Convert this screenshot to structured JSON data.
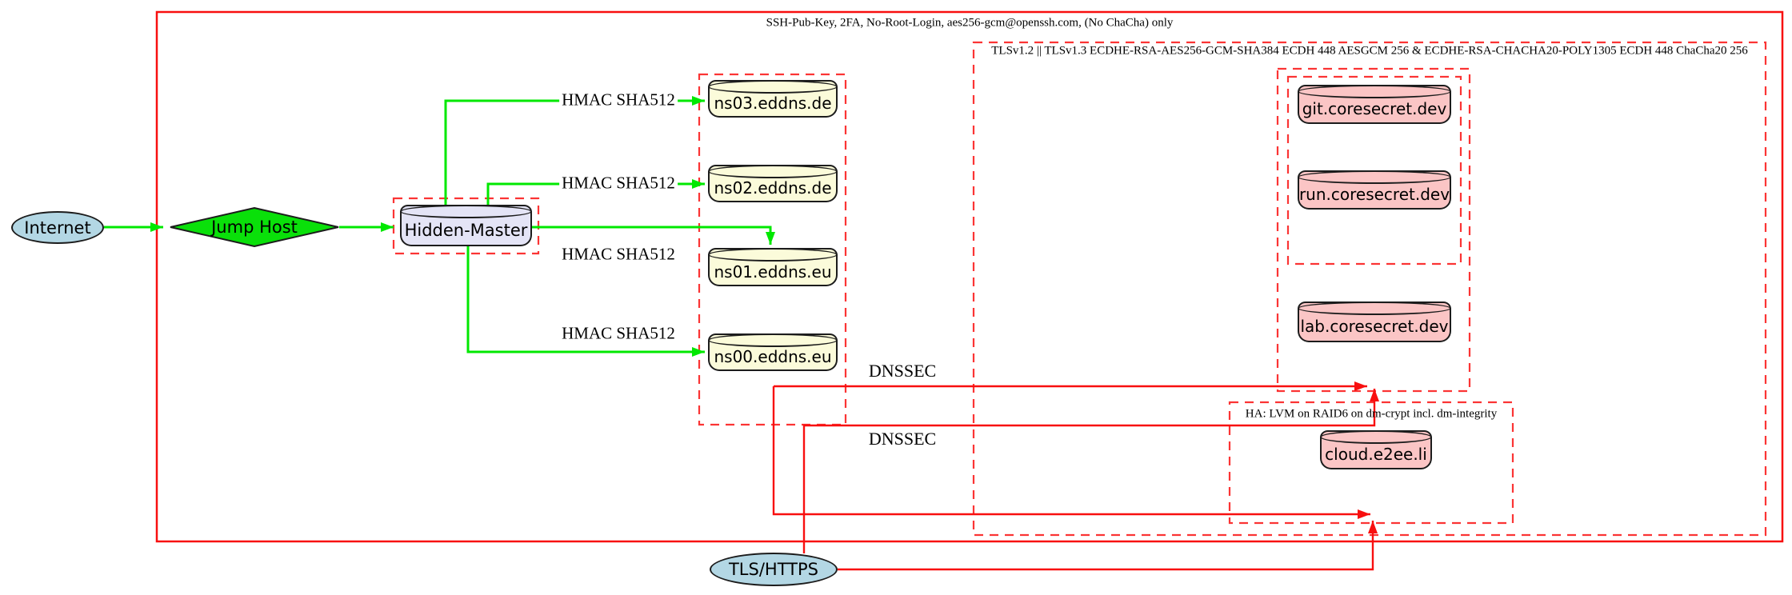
{
  "diagram": {
    "clusters": {
      "ssh": "SSH-Pub-Key, 2FA, No-Root-Login, aes256-gcm@openssh.com, (No ChaCha) only",
      "tls": "TLSv1.2 || TLSv1.3 ECDHE-RSA-AES256-GCM-SHA384 ECDH 448 AESGCM 256 & ECDHE-RSA-CHACHA20-POLY1305 ECDH 448 ChaCha20 256",
      "ha": "HA: LVM on RAID6 on dm-crypt incl. dm-integrity"
    },
    "nodes": {
      "internet": "Internet",
      "jump_host": "Jump Host",
      "hidden_master": "Hidden-Master",
      "ns03": "ns03.eddns.de",
      "ns02": "ns02.eddns.de",
      "ns01": "ns01.eddns.eu",
      "ns00": "ns00.eddns.eu",
      "git": "git.coresecret.dev",
      "run": "run.coresecret.dev",
      "lab": "lab.coresecret.dev",
      "cloud": "cloud.e2ee.li",
      "tls_https": "TLS/HTTPS"
    },
    "edge_labels": {
      "hmac": "HMAC SHA512",
      "dnssec": "DNSSEC"
    },
    "connections": [
      {
        "from": "Internet",
        "to": "Jump Host",
        "color": "green"
      },
      {
        "from": "Jump Host",
        "to": "Hidden-Master",
        "color": "green"
      },
      {
        "from": "Hidden-Master",
        "to": "ns03.eddns.de",
        "label": "HMAC SHA512",
        "color": "green"
      },
      {
        "from": "Hidden-Master",
        "to": "ns02.eddns.de",
        "label": "HMAC SHA512",
        "color": "green"
      },
      {
        "from": "Hidden-Master",
        "to": "ns01.eddns.eu",
        "label": "HMAC SHA512",
        "color": "green"
      },
      {
        "from": "Hidden-Master",
        "to": "ns00.eddns.eu",
        "label": "HMAC SHA512",
        "color": "green"
      },
      {
        "from": "eddns-cluster",
        "to": "coresecret-cluster",
        "label": "DNSSEC",
        "color": "red"
      },
      {
        "from": "eddns-cluster",
        "to": "ha-cluster",
        "label": "DNSSEC",
        "color": "red"
      },
      {
        "from": "TLS/HTTPS",
        "to": "coresecret-cluster",
        "color": "red"
      },
      {
        "from": "TLS/HTTPS",
        "to": "ha-cluster",
        "color": "red"
      }
    ],
    "colors": {
      "red_solid": "#f80f0f",
      "red_dashed": "#fb3434",
      "green_edge": "#00e800",
      "diamond_fill": "#0ae00a",
      "lightblue_fill": "#b3d7e4",
      "lavender_fill": "#e4e4f6",
      "lightyellow_fill": "#fbfbda",
      "pink_fill": "#fbc5c5",
      "node_border": "#1c1c1c"
    }
  }
}
